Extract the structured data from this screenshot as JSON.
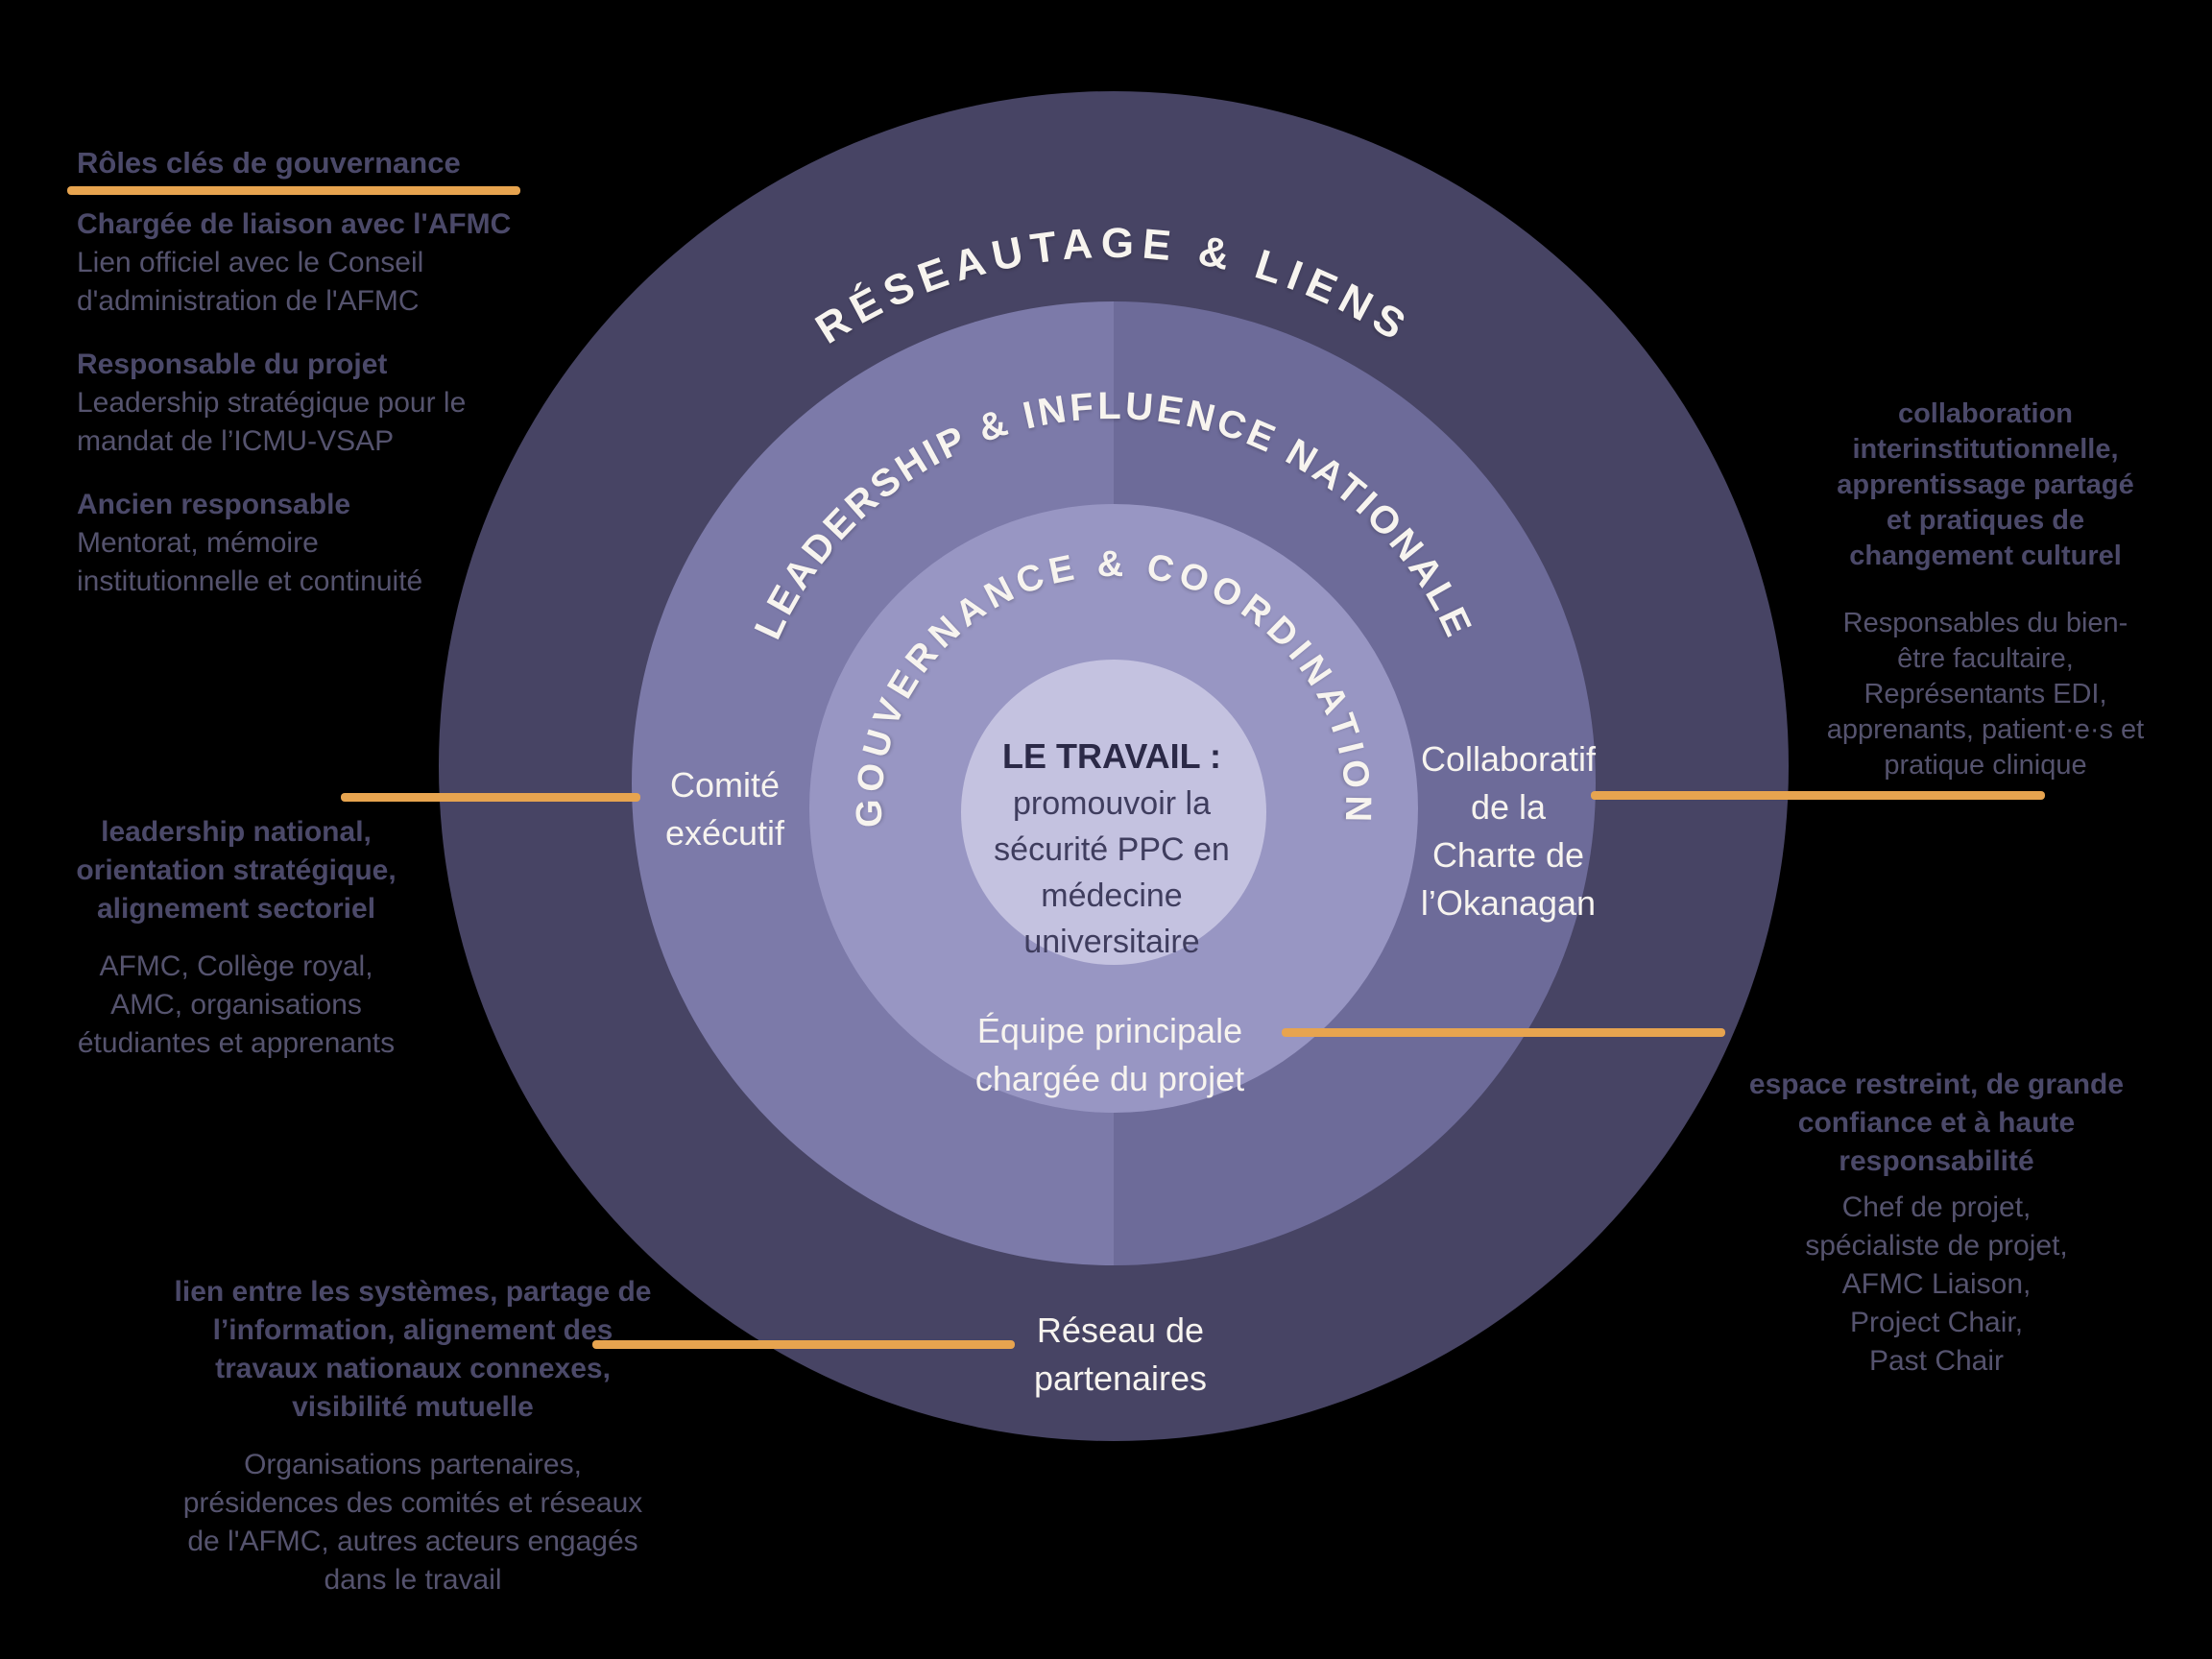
{
  "colors": {
    "background": "#000000",
    "outer_ring": "#474464",
    "ring2_left": "#7c7aa9",
    "ring2_right": "#6d6b99",
    "ring3": "#9896c3",
    "core_circle": "#c4c2e0",
    "connector": "#e7a44f",
    "light_text": "#f7f4ef",
    "dark_text": "#4b4969"
  },
  "rings": {
    "outer_label": "RÉSEAUTAGE & LIENS",
    "middle_label": "LEADERSHIP & INFLUENCE NATIONALE",
    "inner_label": "GOUVERNANCE & COORDINATION"
  },
  "center": {
    "title": "LE TRAVAIL :",
    "line1": "promouvoir la",
    "line2": "sécurité PPC en",
    "line3": "médecine",
    "line4": "universitaire"
  },
  "ring_labels": {
    "comite": {
      "line1": "Comité",
      "line2": "exécutif"
    },
    "collaboratif": {
      "line1": "Collaboratif",
      "line2": "de la",
      "line3": "Charte de",
      "line4": "l’Okanagan"
    },
    "equipe": {
      "line1": "Équipe principale",
      "line2": "chargée du projet"
    },
    "reseau": {
      "line1": "Réseau de",
      "line2": "partenaires"
    }
  },
  "annotations": {
    "top_left": {
      "title": "Rôles clés de gouvernance",
      "roles": [
        {
          "name": "Chargée de liaison avec l'AFMC",
          "desc1": "Lien officiel avec le Conseil",
          "desc2": "d'administration de l'AFMC"
        },
        {
          "name": "Responsable du projet",
          "desc1": "Leadership stratégique pour le",
          "desc2": "mandat de l’ICMU-VSAP"
        },
        {
          "name": "Ancien responsable",
          "desc1": "Mentorat, mémoire",
          "desc2": "institutionnelle et continuité"
        }
      ]
    },
    "right_top": {
      "bold1": "collaboration",
      "bold2": "interinstitutionnelle,",
      "bold3": "apprentissage partagé",
      "bold4": "et pratiques de",
      "bold5": "changement culturel",
      "reg1": "Responsables du bien-",
      "reg2": "être facultaire,",
      "reg3": "Représentants EDI,",
      "reg4": "apprenants, patient·e·s et",
      "reg5": "pratique clinique"
    },
    "left_mid": {
      "bold1": "leadership national,",
      "bold2": "orientation stratégique,",
      "bold3": "alignement sectoriel",
      "reg1": "AFMC, Collège royal,",
      "reg2": "AMC, organisations",
      "reg3": "étudiantes et apprenants"
    },
    "right_bottom": {
      "bold1": "espace restreint, de grande",
      "bold2": "confiance et à haute",
      "bold3": "responsabilité",
      "reg1": "Chef de projet,",
      "reg2": "spécialiste de projet,",
      "reg3": "AFMC Liaison,",
      "reg4": "Project Chair,",
      "reg5": "Past Chair"
    },
    "bottom_left": {
      "bold1": "lien entre les systèmes, partage de",
      "bold2": "l’information, alignement des",
      "bold3": "travaux nationaux connexes,",
      "bold4": "visibilité mutuelle",
      "reg1": "Organisations partenaires,",
      "reg2": "présidences des comités et réseaux",
      "reg3": "de l'AFMC, autres acteurs engagés",
      "reg4": "dans le travail"
    }
  }
}
